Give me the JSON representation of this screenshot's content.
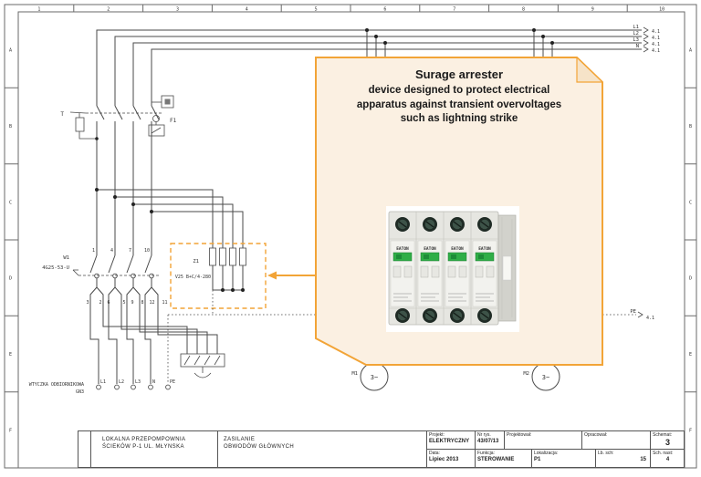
{
  "frame": {
    "cols": [
      "1",
      "2",
      "3",
      "4",
      "5",
      "6",
      "7",
      "8",
      "9",
      "10"
    ],
    "rows": [
      "A",
      "B",
      "C",
      "D",
      "E",
      "F"
    ]
  },
  "buses": {
    "l1": "L1",
    "l2": "L2",
    "l3": "L3",
    "n": "N",
    "ref": "4.1",
    "pe": "PE",
    "pe_ref": "4.1"
  },
  "callout": {
    "title": "Surage arrester",
    "line1": "device designed to protect electrical",
    "line2": "apparatus against transient overvoltages",
    "line3": "such as lightning strike"
  },
  "device": {
    "logo": "EATON"
  },
  "schematic": {
    "breaker": "F1",
    "test": "T",
    "switch_name": "W1",
    "switch_type": "4G25-53-U",
    "pole_top": [
      "1",
      "4",
      "7",
      "10"
    ],
    "pole_bottom": [
      "3",
      "2",
      "6",
      "5",
      "9",
      "8",
      "12",
      "11"
    ],
    "arrester_name": "Z1",
    "arrester_type": "V25 B+C/4-280",
    "terminals": [
      "L1",
      "L2",
      "L3",
      "N",
      "PE"
    ],
    "plug_line1": "WTYCZKA ODBIORNIKOWA",
    "plug_line2": "GN3",
    "motor1": "M1",
    "motor2": "M2",
    "motor_sym": "3~"
  },
  "titleblock": {
    "object_line1": "LOKALNA PRZEPOMPOWNIA",
    "object_line2": "ŚCIEKÓW  P-1  UL. MŁYNSKA",
    "drawing_line1": "ZASILANIE",
    "drawing_line2": "OBWODÓW GŁÓWNYCH",
    "projekt_label": "Projekt:",
    "projekt_value": "ELEKTRYCZNY",
    "nr_label": "Nr rys.",
    "nr_value": "43/07/13",
    "projektowal_label": "Projektował:",
    "opracowal_label": "Opracował:",
    "schemat_label": "Schemat:",
    "schemat_value": "3",
    "data_label": "Data:",
    "data_value": "Lipiec 2013",
    "funkcja_label": "Funkcja:",
    "funkcja_value": "STEROWANIE",
    "lokalizacja_label": "Lokalizacja:",
    "lokalizacja_value": "P1",
    "lb_label": "Lb. sch:",
    "lb_value": "15",
    "nast_label": "Sch. nast:",
    "nast_value": "4"
  },
  "colors": {
    "accent": "#F2A437",
    "callout_fill": "#FBF0E2",
    "line": "#4a4a4a",
    "green": "#2FAE47",
    "eaton_blue": "#0A66AD"
  }
}
